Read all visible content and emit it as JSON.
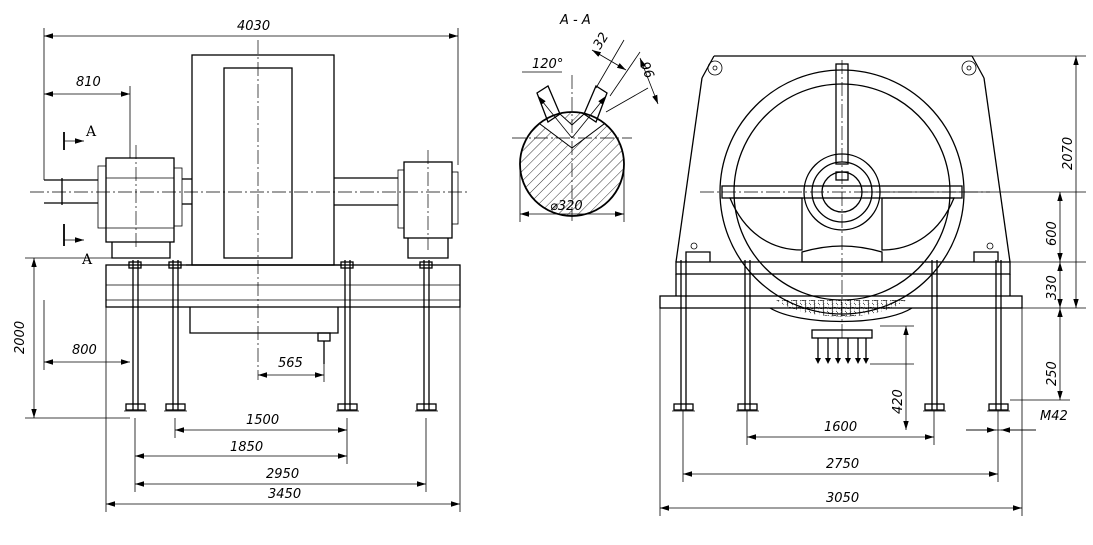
{
  "drawing": {
    "section_title": "A - A",
    "section_marker": "A",
    "section_marker_lower": "A",
    "colors": {
      "line": "#000000",
      "background": "#ffffff"
    }
  },
  "front_view": {
    "dim_overall_length": "4030",
    "dim_shaft_end": "810",
    "dim_height": "2000",
    "dim_left_offset": "800",
    "dim_terminal_offset": "565",
    "dim_bolts_inner": "1500",
    "dim_bolts_mid": "1850",
    "dim_bolts_outer": "2950",
    "dim_base_length": "3450"
  },
  "section_view": {
    "dim_angle": "120°",
    "dim_key_width": "32",
    "dim_key_depth": "96",
    "dim_diameter": "⌀320"
  },
  "side_view": {
    "dim_total_height": "2070",
    "dim_axis_height": "600",
    "dim_base_height": "330",
    "dim_below_base": "250",
    "dim_terminal_depth": "420",
    "dim_bolt_size": "M42",
    "dim_bolts_inner": "1600",
    "dim_bolts_outer": "2750",
    "dim_base_width": "3050"
  }
}
